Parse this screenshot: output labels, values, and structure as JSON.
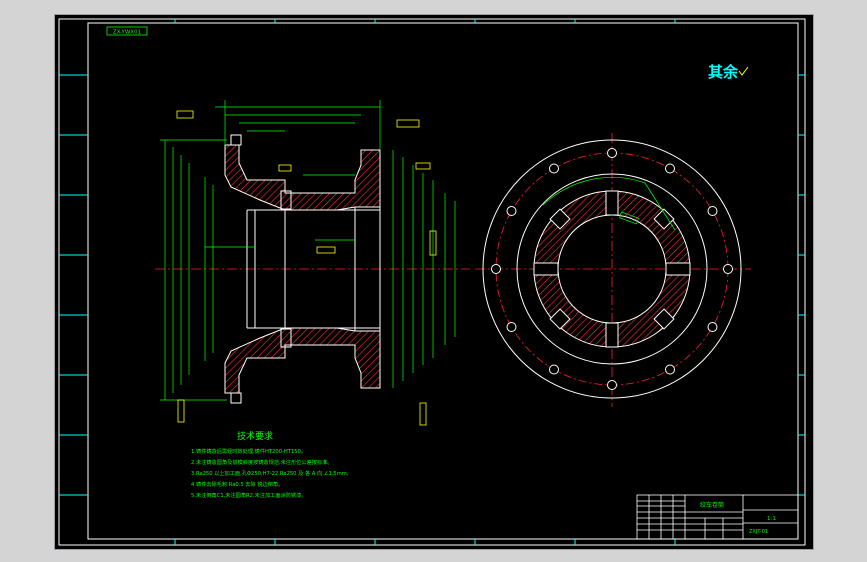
{
  "drawing": {
    "code_top": "ZX-YWX01",
    "annotation": "其余",
    "tech_req": {
      "title": "技术要求",
      "lines": [
        "1.铸件铸造后需经时效处理,铸件HT200-HT150。",
        "2.未注铸造圆角及拔模斜度按铸造规范,未注形位公差按标准。",
        "3.Ra250 以上加工面,孔Φ250,H7-22 Ra250 及 各 A 向 ∠1.5mm,",
        "4.铸件去除毛刺 Ra0.5 去除 锐边倒角。",
        "5.未注倒角C1,未注圆角R2,未注加工面涂防锈漆。"
      ]
    },
    "title_block": {
      "part_name": "绞车卷筒",
      "scale": "1:1",
      "drawing_no": "ZXJT-01"
    },
    "colors": {
      "outline": "#ffffff",
      "dimension": "#00ff00",
      "center": "#ff2020",
      "hatch": "#ff3030",
      "frame": "#00ffff",
      "accent": "#ffff00"
    }
  }
}
